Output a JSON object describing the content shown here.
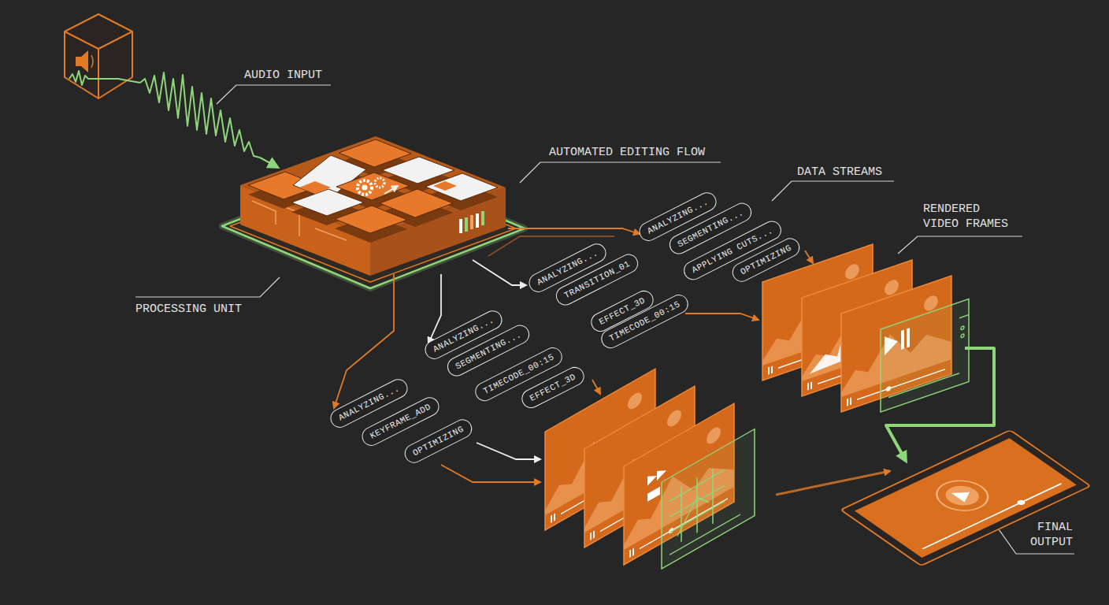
{
  "diagram": {
    "nodes": [
      {
        "text": [
          "ANALYZING..."
        ]
      },
      {
        "text": [
          "SEGMENTING..."
        ]
      },
      {
        "text": [
          "APPLYING CUTS..."
        ]
      },
      {
        "text": [
          "OPTIMIZING"
        ]
      },
      {
        "text": [
          "ANALYZING..."
        ]
      },
      {
        "text": [
          "TRANSITION_01"
        ]
      },
      {
        "text": [
          "EFFECT_3D"
        ]
      },
      {
        "text": [
          "TIMECODE_00:15"
        ]
      },
      {
        "text": [
          "ANALYZING..."
        ]
      },
      {
        "text": [
          "SEGMENTING..."
        ]
      },
      {
        "text": [
          "TIMECODE_00:15"
        ]
      },
      {
        "text": [
          "EFFECT_3D"
        ]
      },
      {
        "text": [
          "ANALYZING..."
        ]
      },
      {
        "text": [
          "KEYFRAME_ADD"
        ]
      },
      {
        "text": [
          "OPTIMIZING"
        ]
      }
    ],
    "labels": [
      "AUDIO INPUT",
      "AUTOMATED EDITING FLOW",
      "DATA STREAMS",
      "RENDERED VIDEO FRAMES",
      "PROCESSING UNIT",
      "FINAL OUTPUT"
    ]
  }
}
